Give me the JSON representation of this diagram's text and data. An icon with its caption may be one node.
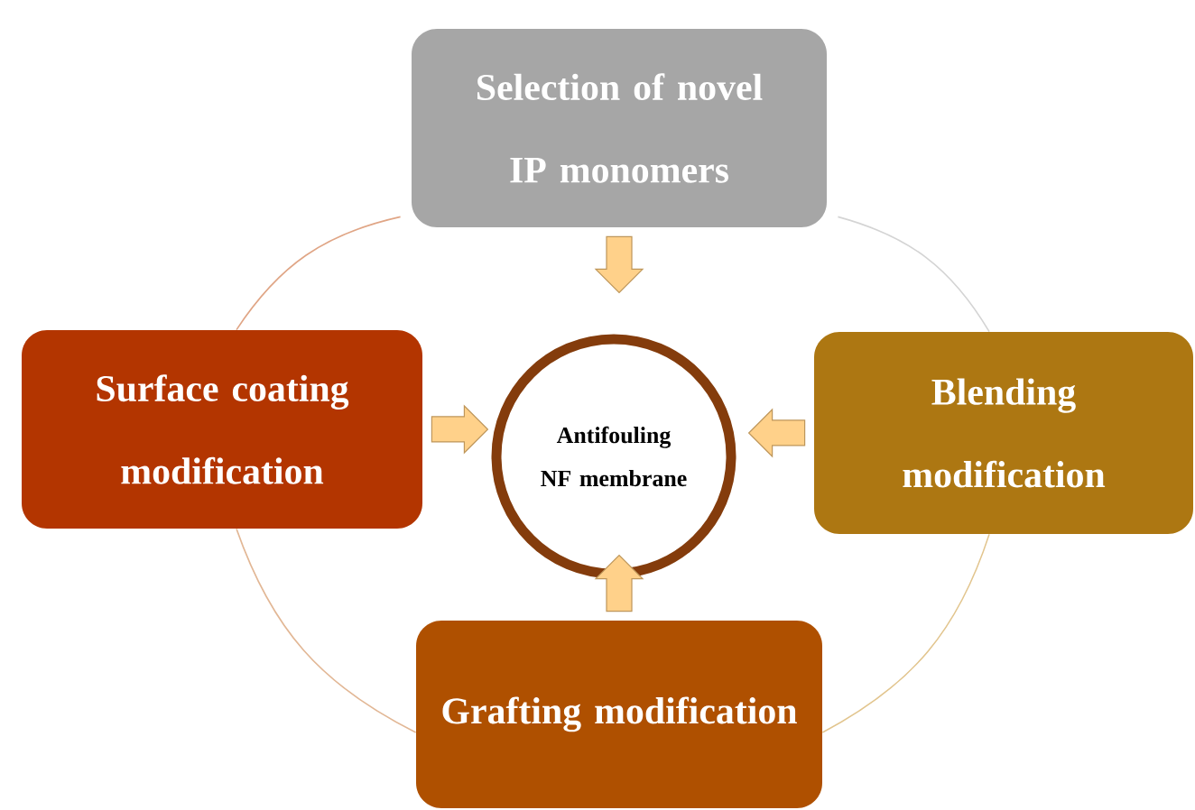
{
  "diagram": {
    "nodes": [
      {
        "text": [
          "Selection of novel IP monomers"
        ]
      },
      {
        "text": [
          "Surface coating modification"
        ]
      },
      {
        "text": [
          "Antifouling NF membrane"
        ]
      },
      {
        "text": [
          "Blending modification"
        ]
      },
      {
        "text": [
          "Grafting modification"
        ]
      }
    ],
    "edges": [
      {
        "from": 0,
        "to": 2,
        "arrow": "to",
        "style": "thick"
      },
      {
        "from": 1,
        "to": 2,
        "arrow": "to",
        "style": "thick"
      },
      {
        "from": 3,
        "to": 2,
        "arrow": "to",
        "style": "thick"
      },
      {
        "from": 4,
        "to": 2,
        "arrow": "to",
        "style": "thick"
      },
      {
        "from": 0,
        "to": 1,
        "arrow": "none",
        "color": "#e0a585"
      },
      {
        "from": 0,
        "to": 3,
        "arrow": "none",
        "color": "#d4d4d4"
      },
      {
        "from": 1,
        "to": 4,
        "arrow": "none",
        "color": "#e2b795"
      },
      {
        "from": 3,
        "to": 4,
        "arrow": "none",
        "color": "#e2c58e"
      }
    ]
  }
}
